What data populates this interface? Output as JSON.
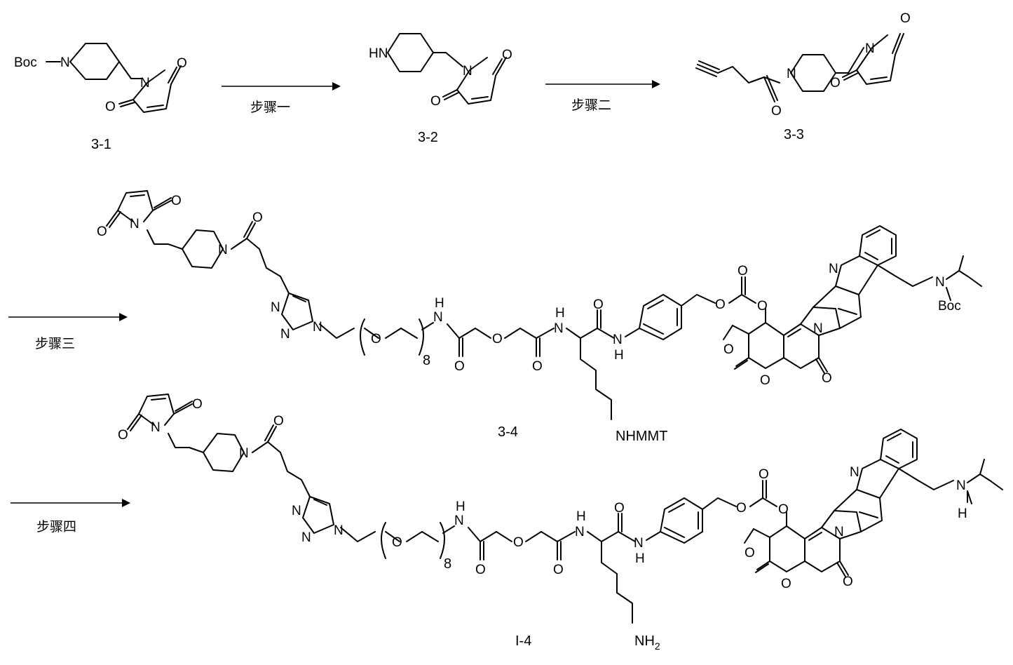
{
  "compounds": {
    "c31": {
      "label": "3-1",
      "atoms": {
        "boc_n": "Boc",
        "n1": "N",
        "n2": "N",
        "o1": "O",
        "o2": "O"
      }
    },
    "c32": {
      "label": "3-2",
      "atoms": {
        "hn": "HN",
        "n2": "N",
        "o1": "O",
        "o2": "O"
      }
    },
    "c33": {
      "label": "3-3",
      "atoms": {
        "n1": "N",
        "n2": "N",
        "o1": "O",
        "o2": "O",
        "o3": "O"
      }
    },
    "c34": {
      "label": "3-4",
      "terminal": "NHMMT",
      "repeat": "8",
      "boc": "Boc"
    },
    "i4": {
      "label": "I-4",
      "terminal": "NH",
      "terminal_sub": "2",
      "repeat": "8"
    }
  },
  "common_atoms": {
    "N": "N",
    "O": "O",
    "H": "H"
  },
  "steps": [
    "步骤一",
    "步骤二",
    "步骤三",
    "步骤四"
  ],
  "colors": {
    "line": "#000000",
    "background": "#ffffff"
  }
}
